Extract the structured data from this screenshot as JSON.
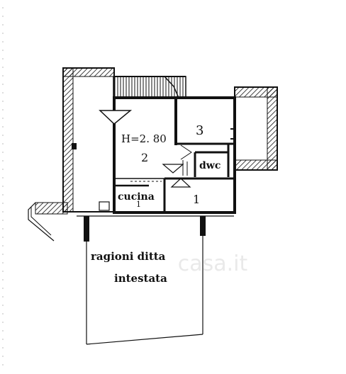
{
  "plan": {
    "labels": {
      "height": "H=2. 80",
      "room_2": "2",
      "room_3": "3",
      "bath": "dwc",
      "kitchen": "cucina",
      "kitchen_num": "1",
      "room_1": "1",
      "courtyard_line1": "ragioni ditta",
      "courtyard_line2": "intestata"
    },
    "watermark": "casa.it",
    "colors": {
      "ink": "#111111",
      "background": "#ffffff"
    }
  }
}
